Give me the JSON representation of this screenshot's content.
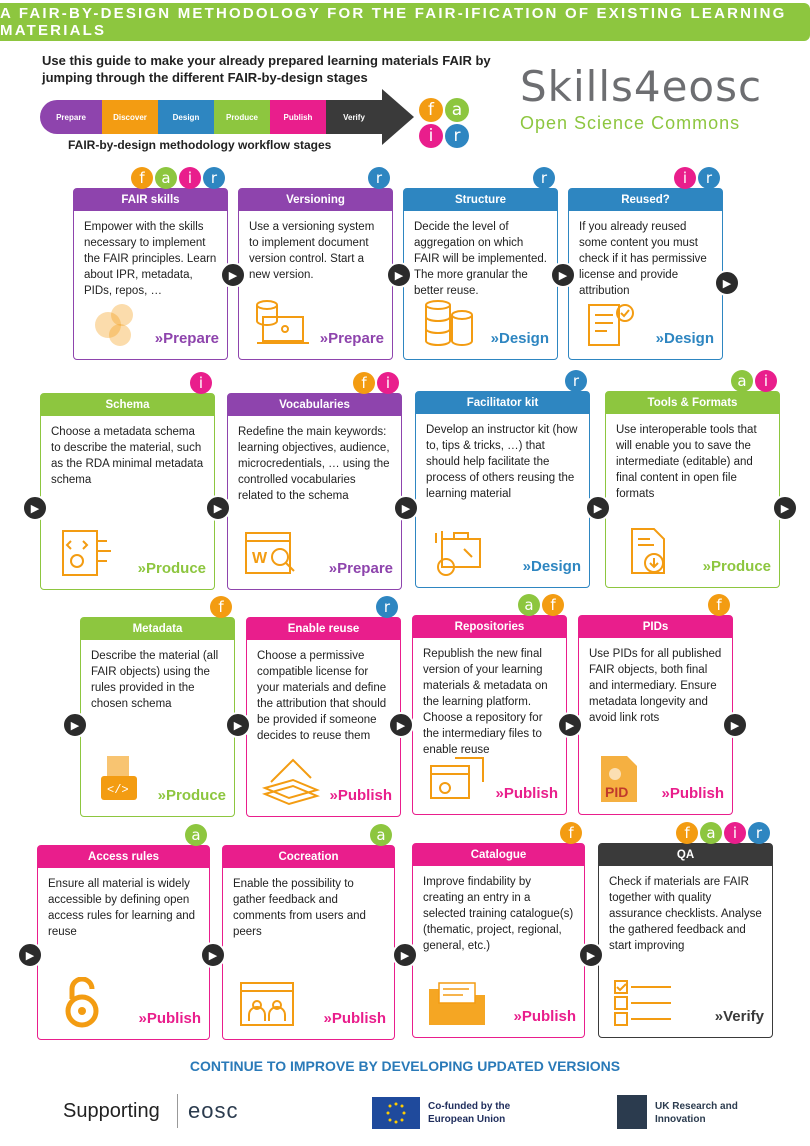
{
  "title": "A FAIR-BY-DESIGN METHODOLOGY FOR THE FAIR-IFICATION OF EXISTING LEARNING MATERIALS",
  "intro": "Use this guide to make your already prepared learning materials FAIR by jumping through the different FAIR-by-design stages",
  "stages": [
    {
      "label": "Prepare",
      "color": "#8e44ad"
    },
    {
      "label": "Discover",
      "color": "#f39c12"
    },
    {
      "label": "Design",
      "color": "#2e86c1"
    },
    {
      "label": "Produce",
      "color": "#8dc63f"
    },
    {
      "label": "Publish",
      "color": "#e91e8c"
    },
    {
      "label": "Verify",
      "color": "#3a3a3a"
    }
  ],
  "stages_caption": "FAIR-by-design methodology workflow stages",
  "fair_letters": {
    "f": "f",
    "a": "a",
    "i": "i",
    "r": "r"
  },
  "brand": {
    "name": "Skills4eosc",
    "subtitle": "Open Science Commons"
  },
  "colors": {
    "f": "#f39c12",
    "a": "#8dc63f",
    "i": "#e91e8c",
    "r": "#2e86c1",
    "verify": "#3a3a3a",
    "prepare": "#8e44ad",
    "design": "#2e86c1",
    "produce": "#8dc63f",
    "publish": "#e91e8c"
  },
  "cards": [
    {
      "title": "FAIR skills",
      "text": "Empower with the skills necessary to implement the FAIR principles. Learn about IPR, metadata, PIDs, repos, …",
      "stage": "»Prepare",
      "badges": [
        "f",
        "a",
        "i",
        "r"
      ],
      "icon": "fair-logo-icon"
    },
    {
      "title": "Versioning",
      "text": "Use a versioning system to implement document version control. Start a new version.",
      "stage": "»Prepare",
      "badges": [
        "r"
      ],
      "icon": "database-laptop-icon"
    },
    {
      "title": "Structure",
      "text": "Decide the level of aggregation on which FAIR will be implemented. The more granular the better reuse.",
      "stage": "»Design",
      "badges": [
        "r"
      ],
      "icon": "database-stack-icon"
    },
    {
      "title": "Reused?",
      "text": "If you already reused some content you must check if it has permissive license and provide attribution",
      "stage": "»Design",
      "badges": [
        "i",
        "r"
      ],
      "icon": "license-check-icon"
    },
    {
      "title": "Schema",
      "text": "Choose a metadata schema to describe the material, such as the RDA minimal metadata schema",
      "stage": "»Produce",
      "badges": [
        "i"
      ],
      "icon": "code-file-icon"
    },
    {
      "title": "Vocabularies",
      "text": "Redefine the main keywords: learning objectives, audience, microcredentials, … using the controlled vocabularies related to the schema",
      "stage": "»Prepare",
      "badges": [
        "f",
        "i"
      ],
      "icon": "web-search-icon"
    },
    {
      "title": "Facilitator kit",
      "text": "Develop an instructor kit (how to, tips & tricks, …) that should help facilitate the process of others reusing the learning material",
      "stage": "»Design",
      "badges": [
        "r"
      ],
      "icon": "toolkit-icon"
    },
    {
      "title": "Tools & Formats",
      "text": "Use interoperable tools that will enable you to save the intermediate (editable) and final content in open file formats",
      "stage": "»Produce",
      "badges": [
        "a",
        "i"
      ],
      "icon": "file-download-icon"
    },
    {
      "title": "Metadata",
      "text": "Describe the material (all FAIR objects) using the rules provided in the chosen schema",
      "stage": "»Produce",
      "badges": [
        "f"
      ],
      "icon": "binary-code-icon"
    },
    {
      "title": "Enable reuse",
      "text": "Choose a permissive compatible license for your materials and define the attribution that should be provided if someone decides to reuse them",
      "stage": "»Publish",
      "badges": [
        "r"
      ],
      "icon": "paper-stack-icon"
    },
    {
      "title": "Repositories",
      "text": "Republish the new final version of your learning materials & metadata on the learning platform. Choose a repository for the intermediary files to enable reuse",
      "stage": "»Publish",
      "badges": [
        "a",
        "f"
      ],
      "icon": "repository-window-icon"
    },
    {
      "title": "PIDs",
      "text": "Use PIDs for all published FAIR objects, both final and intermediary. Ensure metadata longevity and avoid link rots",
      "stage": "»Publish",
      "badges": [
        "f"
      ],
      "icon": "pid-file-icon",
      "pid_label": "PID"
    },
    {
      "title": "Access rules",
      "text": "Ensure all material is widely accessible by defining open access rules for learning and reuse",
      "stage": "»Publish",
      "badges": [
        "a"
      ],
      "icon": "open-access-icon"
    },
    {
      "title": "Cocreation",
      "text": "Enable the possibility to gather feedback and comments from users and peers",
      "stage": "»Publish",
      "badges": [
        "a"
      ],
      "icon": "collaboration-icon"
    },
    {
      "title": "Catalogue",
      "text": "Improve findability by creating an entry in a selected training catalogue(s) (thematic, project, regional, general, etc.)",
      "stage": "»Publish",
      "badges": [
        "f"
      ],
      "icon": "folder-icon"
    },
    {
      "title": "QA",
      "text": "Check if materials are FAIR together with quality assurance checklists. Analyse the gathered feedback and start improving",
      "stage": "»Verify",
      "badges": [
        "f",
        "a",
        "i",
        "r"
      ],
      "icon": "checklist-icon"
    }
  ],
  "continue_text": "CONTINUE TO IMPROVE BY DEVELOPING UPDATED VERSIONS",
  "footer": {
    "supporting": "Supporting",
    "eosc": "eosc",
    "eu": "Co-funded by the European Union",
    "ukri": "UK Research and Innovation"
  }
}
